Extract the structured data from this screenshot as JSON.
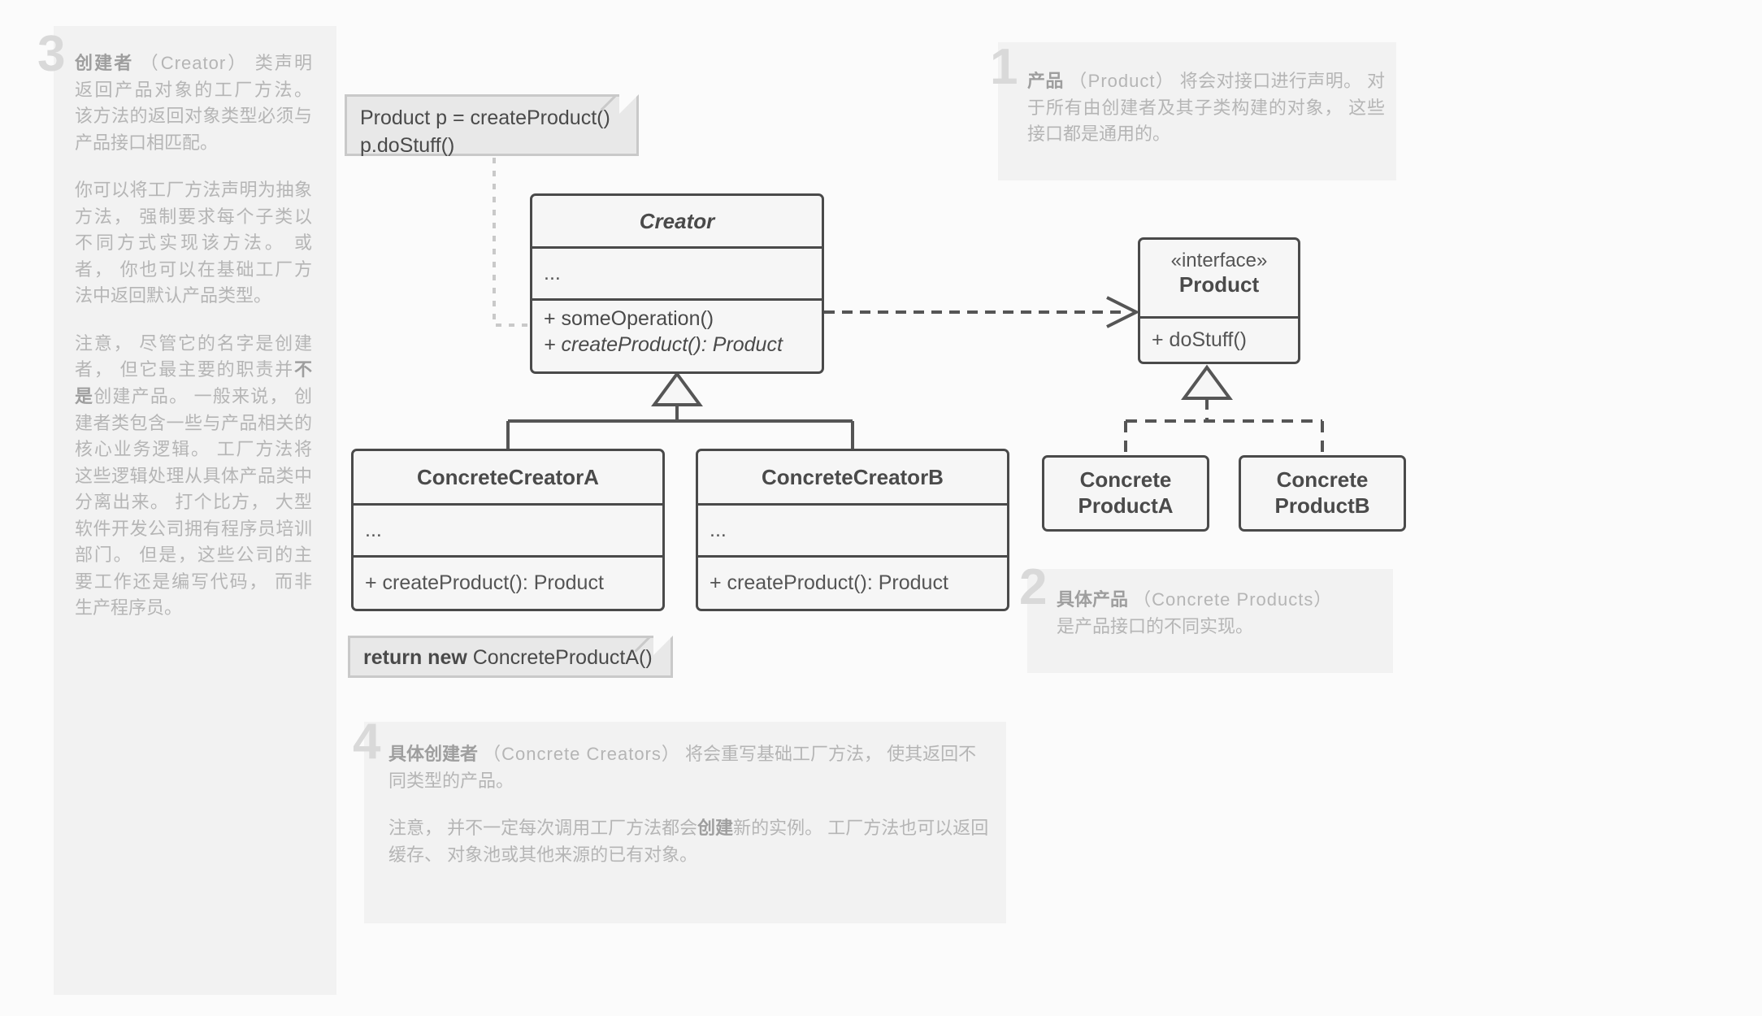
{
  "annotations": [
    {
      "number": "3",
      "title": "创建者",
      "title_latin": "（Creator）",
      "paragraphs": [
        "创建者 （Creator） 类声明返回产品对象的工厂方法。 该方法的返回对象类型必须与产品接口相匹配。",
        "你可以将工厂方法声明为抽象方法， 强制要求每个子类以不同方式实现该方法。 或者， 你也可以在基础工厂方法中返回默认产品类型。",
        "注意， 尽管它的名字是创建者， 但它最主要的职责并不是创建产品。 一般来说， 创建者类包含一些与产品相关的核心业务逻辑。 工厂方法将这些逻辑处理从具体产品类中分离出来。 打个比方， 大型软件开发公司拥有程序员培训部门。 但是，这些公司的主要工作还是编写代码， 而非生产程序员。"
      ],
      "bold_spans": [
        "创建者",
        "不是"
      ]
    },
    {
      "number": "1",
      "title": "产品",
      "title_latin": "（Product）",
      "paragraphs": [
        "产品 （Product） 将会对接口进行声明。 对于所有由创建者及其子类构建的对象， 这些接口都是通用的。"
      ]
    },
    {
      "number": "2",
      "title": "具体产品",
      "title_latin": "（Concrete Products）",
      "paragraphs": [
        "具体产品 （Concrete Products） 是产品接口的不同实现。"
      ]
    },
    {
      "number": "4",
      "title": "具体创建者",
      "title_latin": "（Concrete Creators）",
      "paragraphs": [
        "具体创建者 （Concrete Creators） 将会重写基础工厂方法， 使其返回不同类型的产品。",
        "注意， 并不一定每次调用工厂方法都会创建新的实例。 工厂方法也可以返回缓存、 对象池或其他来源的已有对象。"
      ],
      "bold_spans": [
        "具体创建者",
        "创建"
      ]
    }
  ],
  "notes": {
    "usage_note": {
      "line1": "Product p = createProduct()",
      "line2": "p.doStuff()"
    },
    "return_note": {
      "bold": "return new",
      "rest": " ConcreteProductA()"
    }
  },
  "classes": {
    "creator": {
      "name": "Creator",
      "attributes": "...",
      "operations": [
        "+ someOperation()",
        "+ createProduct(): Product"
      ],
      "abstract": true
    },
    "product": {
      "stereotype": "«interface»",
      "name": "Product",
      "operations": [
        "+ doStuff()"
      ]
    },
    "concrete_creator_a": {
      "name": "ConcreteCreatorA",
      "attributes": "...",
      "operations": [
        "+ createProduct(): Product"
      ]
    },
    "concrete_creator_b": {
      "name": "ConcreteCreatorB",
      "attributes": "...",
      "operations": [
        "+ createProduct(): Product"
      ]
    },
    "concrete_product_a": {
      "name_line1": "Concrete",
      "name_line2": "ProductA"
    },
    "concrete_product_b": {
      "name_line1": "Concrete",
      "name_line2": "ProductB"
    }
  },
  "colors": {
    "page_background": "#fbfbfb",
    "annotation_panel": "#f2f2f2",
    "annotation_text": "#b5b5b5",
    "annotation_number": "#d9d9d9",
    "box_border": "#4a4a4a",
    "box_fill": "#f6f6f6",
    "note_fill": "#e8e8e8",
    "note_border": "#c9c9c9",
    "connector": "#555555",
    "note_connector": "#c9c9c9"
  },
  "relations": [
    {
      "type": "dependency",
      "from": "Creator",
      "to": "Product",
      "style": "dashed-open-arrow"
    },
    {
      "type": "generalization",
      "from": "ConcreteCreatorA",
      "to": "Creator",
      "style": "solid-hollow-triangle"
    },
    {
      "type": "generalization",
      "from": "ConcreteCreatorB",
      "to": "Creator",
      "style": "solid-hollow-triangle"
    },
    {
      "type": "realization",
      "from": "ConcreteProductA",
      "to": "Product",
      "style": "dashed-hollow-triangle"
    },
    {
      "type": "realization",
      "from": "ConcreteProductB",
      "to": "Product",
      "style": "dashed-hollow-triangle"
    },
    {
      "type": "note-link",
      "from": "usage_note",
      "to": "Creator.operations",
      "style": "dotted"
    },
    {
      "type": "note-link",
      "from": "return_note",
      "to": "ConcreteCreatorA.createProduct",
      "style": "none"
    }
  ]
}
